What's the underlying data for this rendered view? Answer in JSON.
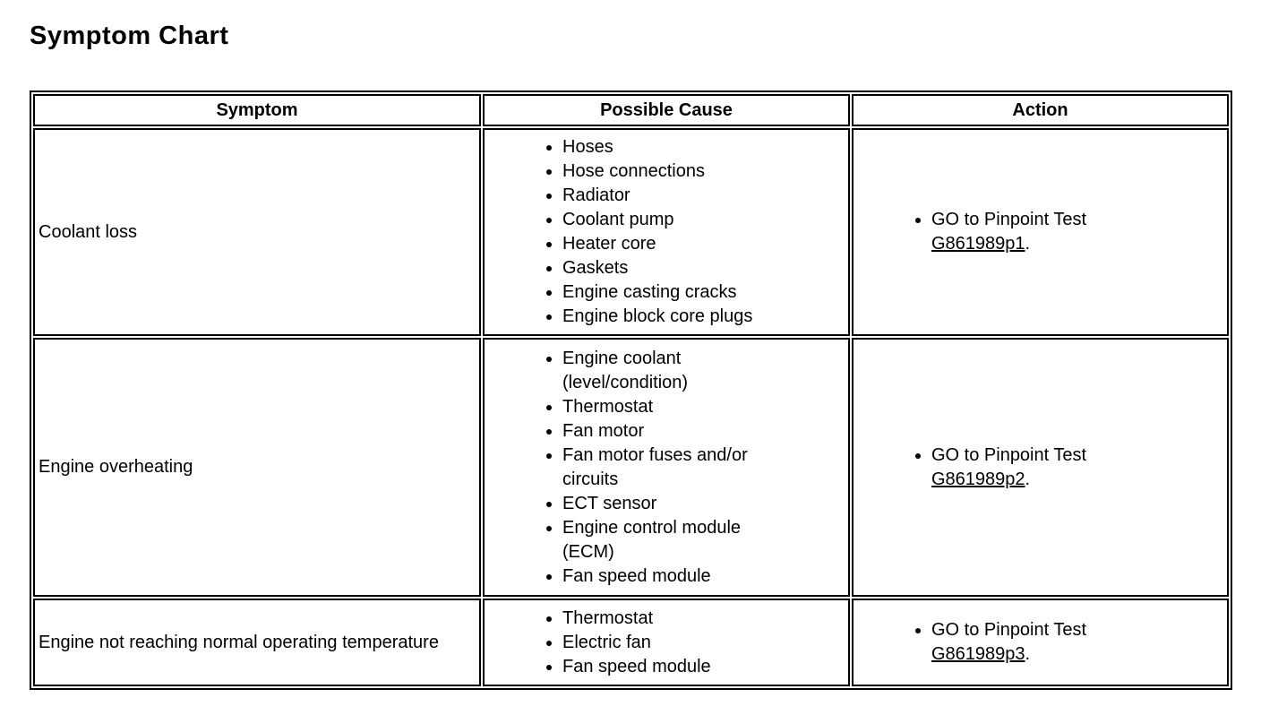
{
  "page": {
    "title": "Symptom Chart"
  },
  "table": {
    "headers": {
      "symptom": "Symptom",
      "cause": "Possible Cause",
      "action": "Action"
    },
    "rows": [
      {
        "symptom": "Coolant loss",
        "causes": [
          "Hoses",
          "Hose connections",
          "Radiator",
          "Coolant pump",
          "Heater core",
          "Gaskets",
          "Engine casting cracks",
          "Engine block core plugs"
        ],
        "action": {
          "prefix": "GO to Pinpoint Test",
          "link": "G861989p1",
          "suffix": "."
        }
      },
      {
        "symptom": "Engine overheating",
        "causes": [
          "Engine coolant (level/condition)",
          "Thermostat",
          "Fan motor",
          "Fan motor fuses and/or circuits",
          "ECT sensor",
          "Engine control module (ECM)",
          "Fan speed module"
        ],
        "action": {
          "prefix": "GO to Pinpoint Test",
          "link": "G861989p2",
          "suffix": "."
        }
      },
      {
        "symptom": "Engine not reaching normal operating temperature",
        "causes": [
          "Thermostat",
          "Electric fan",
          "Fan speed module"
        ],
        "action": {
          "prefix": "GO to Pinpoint Test",
          "link": "G861989p3",
          "suffix": "."
        }
      }
    ]
  },
  "colors": {
    "border": "#000000",
    "text": "#000000",
    "background": "#ffffff"
  }
}
